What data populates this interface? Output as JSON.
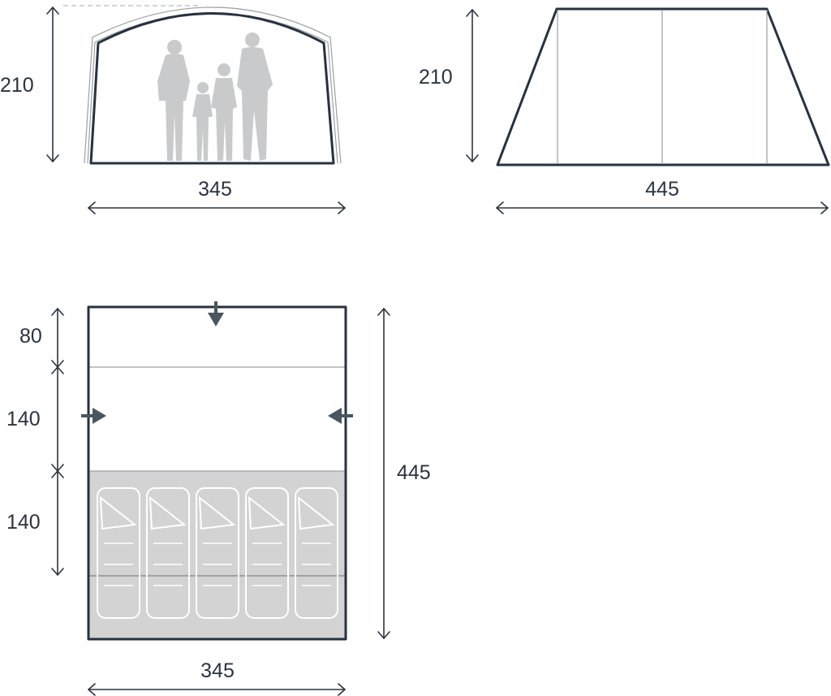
{
  "front_view": {
    "height_label": "210",
    "width_label": "345"
  },
  "side_view": {
    "height_label": "210",
    "length_label": "445"
  },
  "floor_plan": {
    "segment_labels": [
      "80",
      "140",
      "140"
    ],
    "total_length_label": "445",
    "width_label": "345",
    "sleeping_bag_count": 5,
    "colors": {
      "bedroom_fill": "#d3d3d3",
      "outline": "#263241",
      "arrow": "#4a5560"
    }
  }
}
